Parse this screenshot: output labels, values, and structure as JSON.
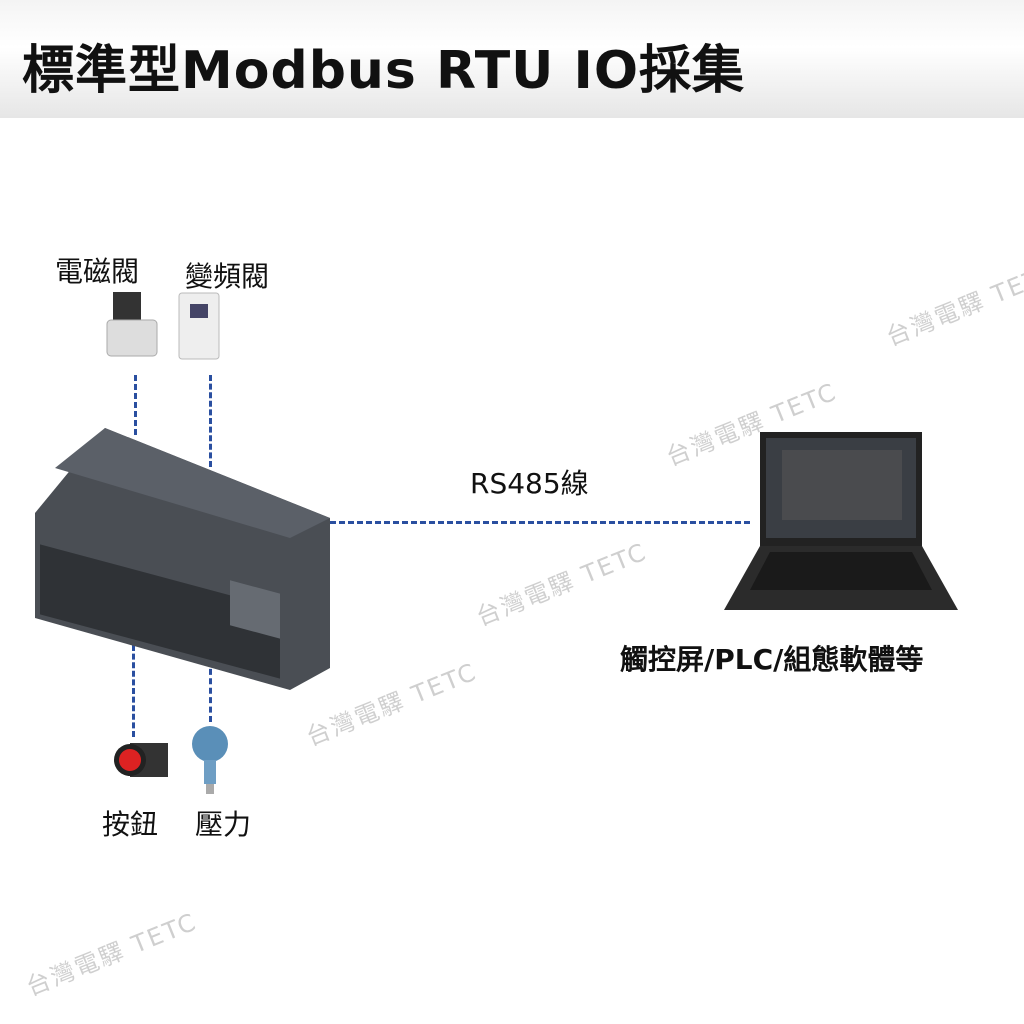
{
  "header": {
    "title": "標準型Modbus RTU IO採集"
  },
  "diagram": {
    "solenoid_valve_label": "電磁閥",
    "inverter_valve_label": "變頻閥",
    "link_label": "RS485線",
    "host_label": "觸控屏/PLC/組態軟體等",
    "button_label": "按鈕",
    "pressure_label": "壓力"
  },
  "watermark": {
    "text": "台灣電驛 TETC"
  },
  "colors": {
    "dash": "#2a4fa0",
    "device": "#4a4e54"
  }
}
